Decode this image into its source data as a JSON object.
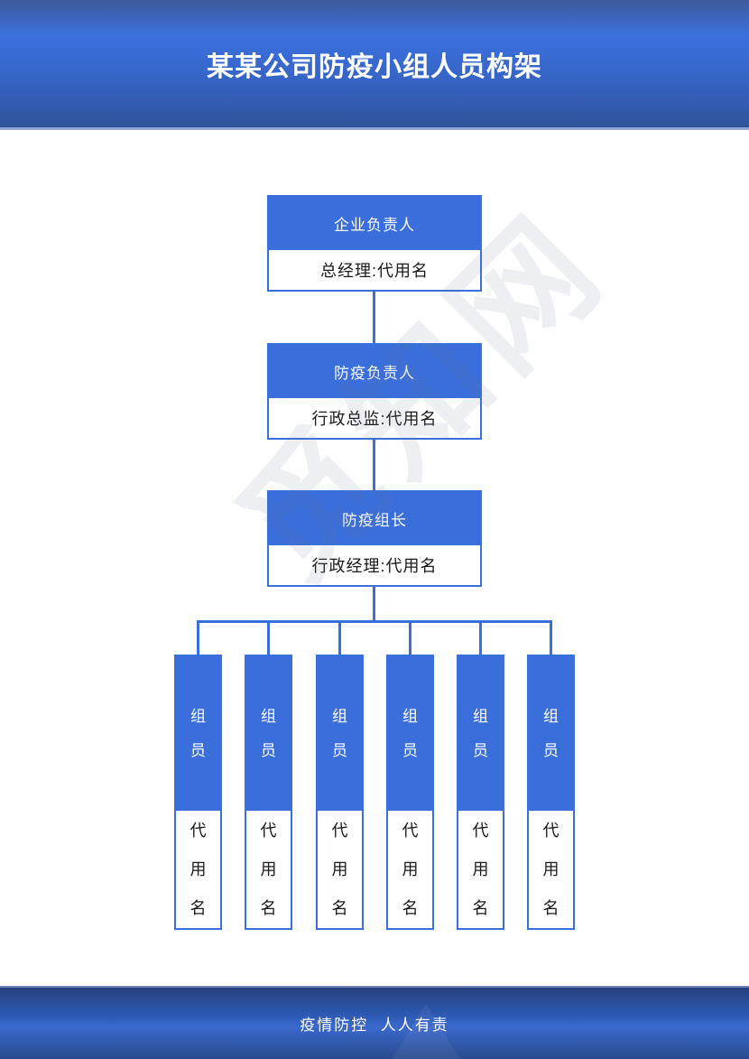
{
  "header": {
    "title": "某某公司防疫小组人员构架"
  },
  "org_chart": {
    "levels": [
      {
        "title": "企业负责人",
        "person": "总经理:代用名"
      },
      {
        "title": "防疫负责人",
        "person": "行政总监:代用名"
      },
      {
        "title": "防疫组长",
        "person": "行政经理:代用名"
      }
    ],
    "members": [
      {
        "role": "组员",
        "name": "代用名"
      },
      {
        "role": "组员",
        "name": "代用名"
      },
      {
        "role": "组员",
        "name": "代用名"
      },
      {
        "role": "组员",
        "name": "代用名"
      },
      {
        "role": "组员",
        "name": "代用名"
      },
      {
        "role": "组员",
        "name": "代用名"
      }
    ]
  },
  "footer": {
    "slogan": "疫情防控  人人有责"
  },
  "watermark": {
    "text": "觅知网"
  },
  "colors": {
    "box_blue": "#3a6edb",
    "line_blue": "#3a70dd",
    "header_gradient_top": "#3e5a9b",
    "header_gradient_bright": "#3a70dd",
    "header_gradient_bottom": "#30539b",
    "divider_light": "#8fa9d4",
    "footer_dark": "#24407d",
    "footer_bright": "#3a69cd",
    "text_dark": "#1a1a1a",
    "text_light": "#ffffff"
  }
}
